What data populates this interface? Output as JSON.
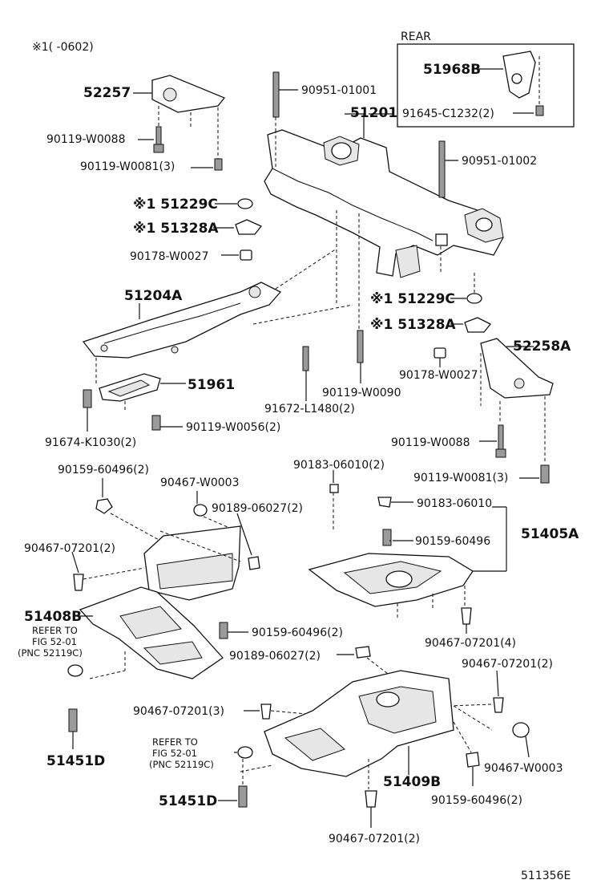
{
  "header": {
    "note": "※1(     -0602)"
  },
  "rear": {
    "title": "REAR",
    "part_main": "51968B",
    "part_bolt": "91645-C1232(2)"
  },
  "labels": {
    "p52257": "52257",
    "p90119_w0088_a": "90119-W0088",
    "p90119_w0081_a": "90119-W0081(3)",
    "p90951_01001": "90951-01001",
    "p51201": "51201",
    "p90951_01002": "90951-01002",
    "p51229c_a": "※1 51229C",
    "p51328a_a": "※1 51328A",
    "p90178_w0027_a": "90178-W0027",
    "p51204a": "51204A",
    "p51229c_b": "※1 51229C",
    "p51328a_b": "※1 51328A",
    "p52258a": "52258A",
    "p90178_w0027_b": "90178-W0027",
    "p51961": "51961",
    "p91672_l1480": "91672-L1480(2)",
    "p90119_w0090": "90119-W0090",
    "p91674_k1030": "91674-K1030(2)",
    "p90119_w0056": "90119-W0056(2)",
    "p90119_w0088_b": "90119-W0088",
    "p90119_w0081_b": "90119-W0081(3)",
    "p90159_60496_a": "90159-60496(2)",
    "p90467_w0003_a": "90467-W0003",
    "p90183_06010_a": "90183-06010(2)",
    "p90189_06027_a": "90189-06027(2)",
    "p90183_06010_b": "90183-06010",
    "p90467_07201_a": "90467-07201(2)",
    "p90159_60496_b": "90159-60496",
    "p51405a": "51405A",
    "p51408b": "51408B",
    "refer1_a": "REFER TO",
    "refer1_b": "FIG 52-01",
    "refer1_c": "(PNC 52119C)",
    "p90159_60496_c": "90159-60496(2)",
    "p90467_07201_b": "90467-07201(4)",
    "p90189_06027_b": "90189-06027(2)",
    "p90467_07201_c": "90467-07201(2)",
    "p90467_07201_d": "90467-07201(3)",
    "p51451d_a": "51451D",
    "refer2_a": "REFER TO",
    "refer2_b": "FIG 52-01",
    "refer2_c": "(PNC 52119C)",
    "p90467_w0003_b": "90467-W0003",
    "p51409b": "51409B",
    "p90159_60496_d": "90159-60496(2)",
    "p51451d_b": "51451D",
    "p90467_07201_e": "90467-07201(2)",
    "figure_id": "511356E"
  }
}
